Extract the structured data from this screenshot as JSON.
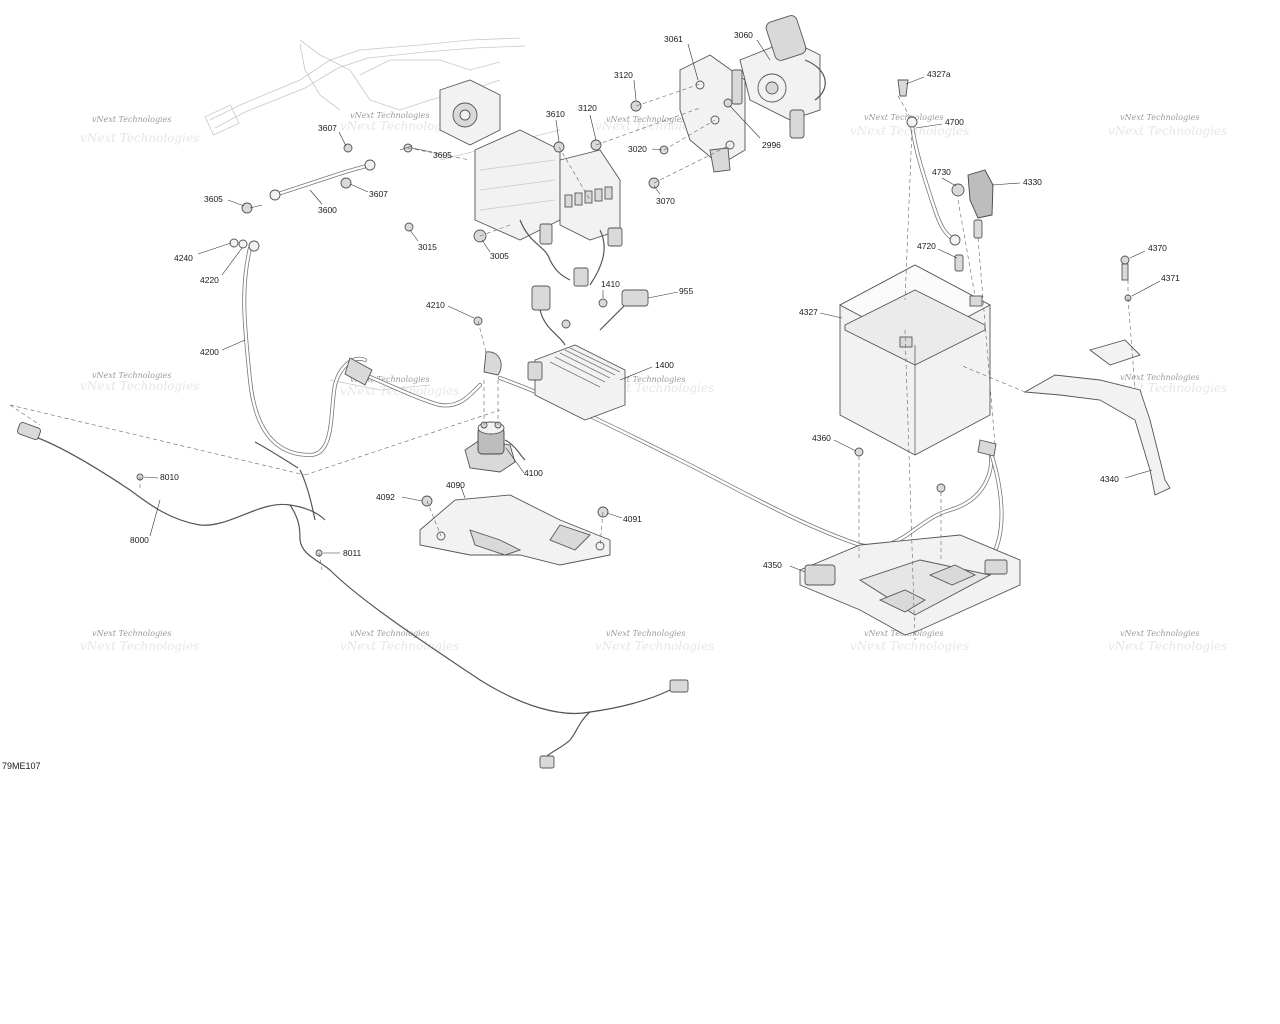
{
  "diagram_code": "79ME107",
  "watermark": "vNext Technologies",
  "callouts": [
    {
      "id": "c3061",
      "text": "3061"
    },
    {
      "id": "c3060",
      "text": "3060"
    },
    {
      "id": "c3120a",
      "text": "3120"
    },
    {
      "id": "c3120b",
      "text": "3120"
    },
    {
      "id": "c3610",
      "text": "3610"
    },
    {
      "id": "c3607a",
      "text": "3607"
    },
    {
      "id": "c3605a",
      "text": "3605"
    },
    {
      "id": "c3020",
      "text": "3020"
    },
    {
      "id": "c2996",
      "text": "2996"
    },
    {
      "id": "c3070",
      "text": "3070"
    },
    {
      "id": "c3607b",
      "text": "3607"
    },
    {
      "id": "c3605b",
      "text": "3605"
    },
    {
      "id": "c3600",
      "text": "3600"
    },
    {
      "id": "c3015",
      "text": "3015"
    },
    {
      "id": "c3005",
      "text": "3005"
    },
    {
      "id": "c4240",
      "text": "4240"
    },
    {
      "id": "c4220",
      "text": "4220"
    },
    {
      "id": "c4200",
      "text": "4200"
    },
    {
      "id": "c1410",
      "text": "1410"
    },
    {
      "id": "c955",
      "text": "955"
    },
    {
      "id": "c4210",
      "text": "4210"
    },
    {
      "id": "c1400",
      "text": "1400"
    },
    {
      "id": "c4100",
      "text": "4100"
    },
    {
      "id": "c4092",
      "text": "4092"
    },
    {
      "id": "c4090",
      "text": "4090"
    },
    {
      "id": "c4091",
      "text": "4091"
    },
    {
      "id": "c8010",
      "text": "8010"
    },
    {
      "id": "c8000",
      "text": "8000"
    },
    {
      "id": "c8011",
      "text": "8011"
    },
    {
      "id": "c4327a",
      "text": "4327a"
    },
    {
      "id": "c4700",
      "text": "4700"
    },
    {
      "id": "c4730",
      "text": "4730"
    },
    {
      "id": "c4330",
      "text": "4330"
    },
    {
      "id": "c4720",
      "text": "4720"
    },
    {
      "id": "c4327",
      "text": "4327"
    },
    {
      "id": "c4360",
      "text": "4360"
    },
    {
      "id": "c4350",
      "text": "4350"
    },
    {
      "id": "c4370",
      "text": "4370"
    },
    {
      "id": "c4371",
      "text": "4371"
    },
    {
      "id": "c4340",
      "text": "4340"
    }
  ]
}
